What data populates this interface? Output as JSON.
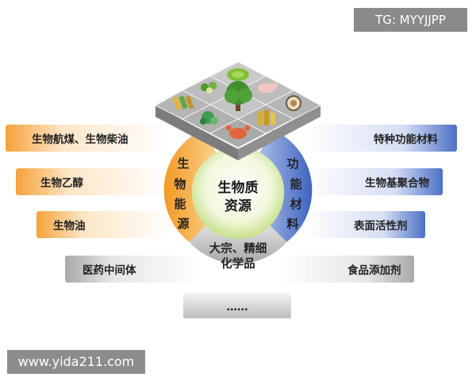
{
  "watermark_top": "TG: MYYJJPP",
  "watermark_bottom": "www.yida211.com",
  "center": {
    "line1": "生物质",
    "line2": "资源"
  },
  "left_arc": {
    "chars": [
      "生",
      "物",
      "能",
      "源"
    ]
  },
  "right_arc": {
    "chars": [
      "功",
      "能",
      "材",
      "料"
    ]
  },
  "bottom_arc": {
    "line1": "大宗、精细",
    "line2": "化学品"
  },
  "left_items": [
    "生物航煤、生物柴油",
    "生物乙醇",
    "生物油",
    "医药中间体"
  ],
  "right_items": [
    "特种功能材料",
    "生物基聚合物",
    "表面活性剂",
    "食品添加剂"
  ],
  "bottom_item": "……",
  "colors": {
    "orange": "#f39c2b",
    "blue": "#4a6fc4",
    "gray": "#a8a8a8"
  }
}
